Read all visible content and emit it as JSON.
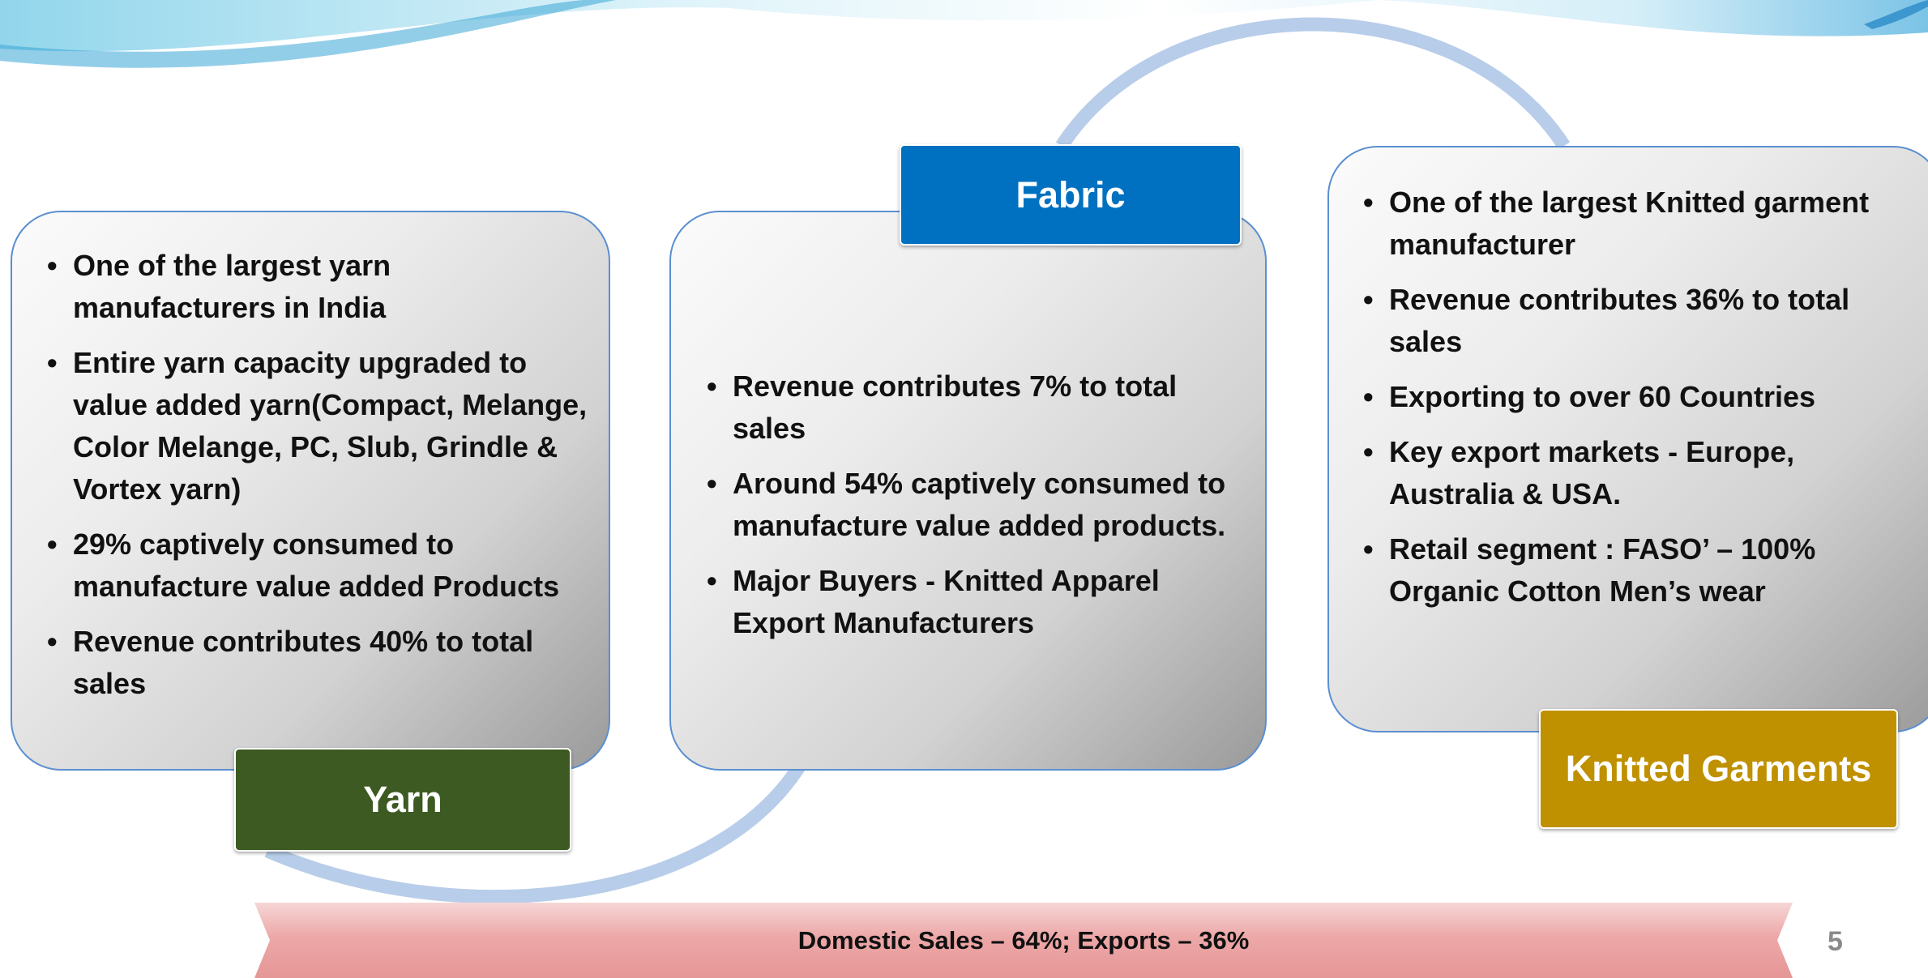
{
  "colors": {
    "yarn": "#3c5a22",
    "fabric": "#0070c0",
    "garments": "#bf9000",
    "arc": "#b8cde9",
    "box_border": "#5b8fd0"
  },
  "yarn": {
    "label": "Yarn",
    "bullets": [
      "One of the largest yarn manufacturers in India",
      "Entire yarn capacity upgraded to value added yarn(Compact, Melange, Color Melange, PC, Slub, Grindle  & Vortex yarn)",
      "29%  captively  consumed to manufacture value added Products",
      " Revenue contributes 40% to total sales"
    ]
  },
  "fabric": {
    "label": "Fabric",
    "bullets": [
      "Revenue contributes  7% to  total sales",
      "Around  54%  captively consumed to manufacture  value added products.",
      " Major Buyers -              Knitted Apparel Export  Manufacturers"
    ]
  },
  "garments": {
    "label": "Knitted Garments",
    "bullets": [
      "One of the largest Knitted garment manufacturer",
      "Revenue contributes  36% to total sales",
      "Exporting to over 60 Countries",
      "Key export markets - Europe, Australia & USA.",
      "Retail segment :  FASO’ – 100% Organic Cotton Men’s wear"
    ]
  },
  "banner": "Domestic Sales – 64%; Exports – 36%",
  "page_number": "5"
}
